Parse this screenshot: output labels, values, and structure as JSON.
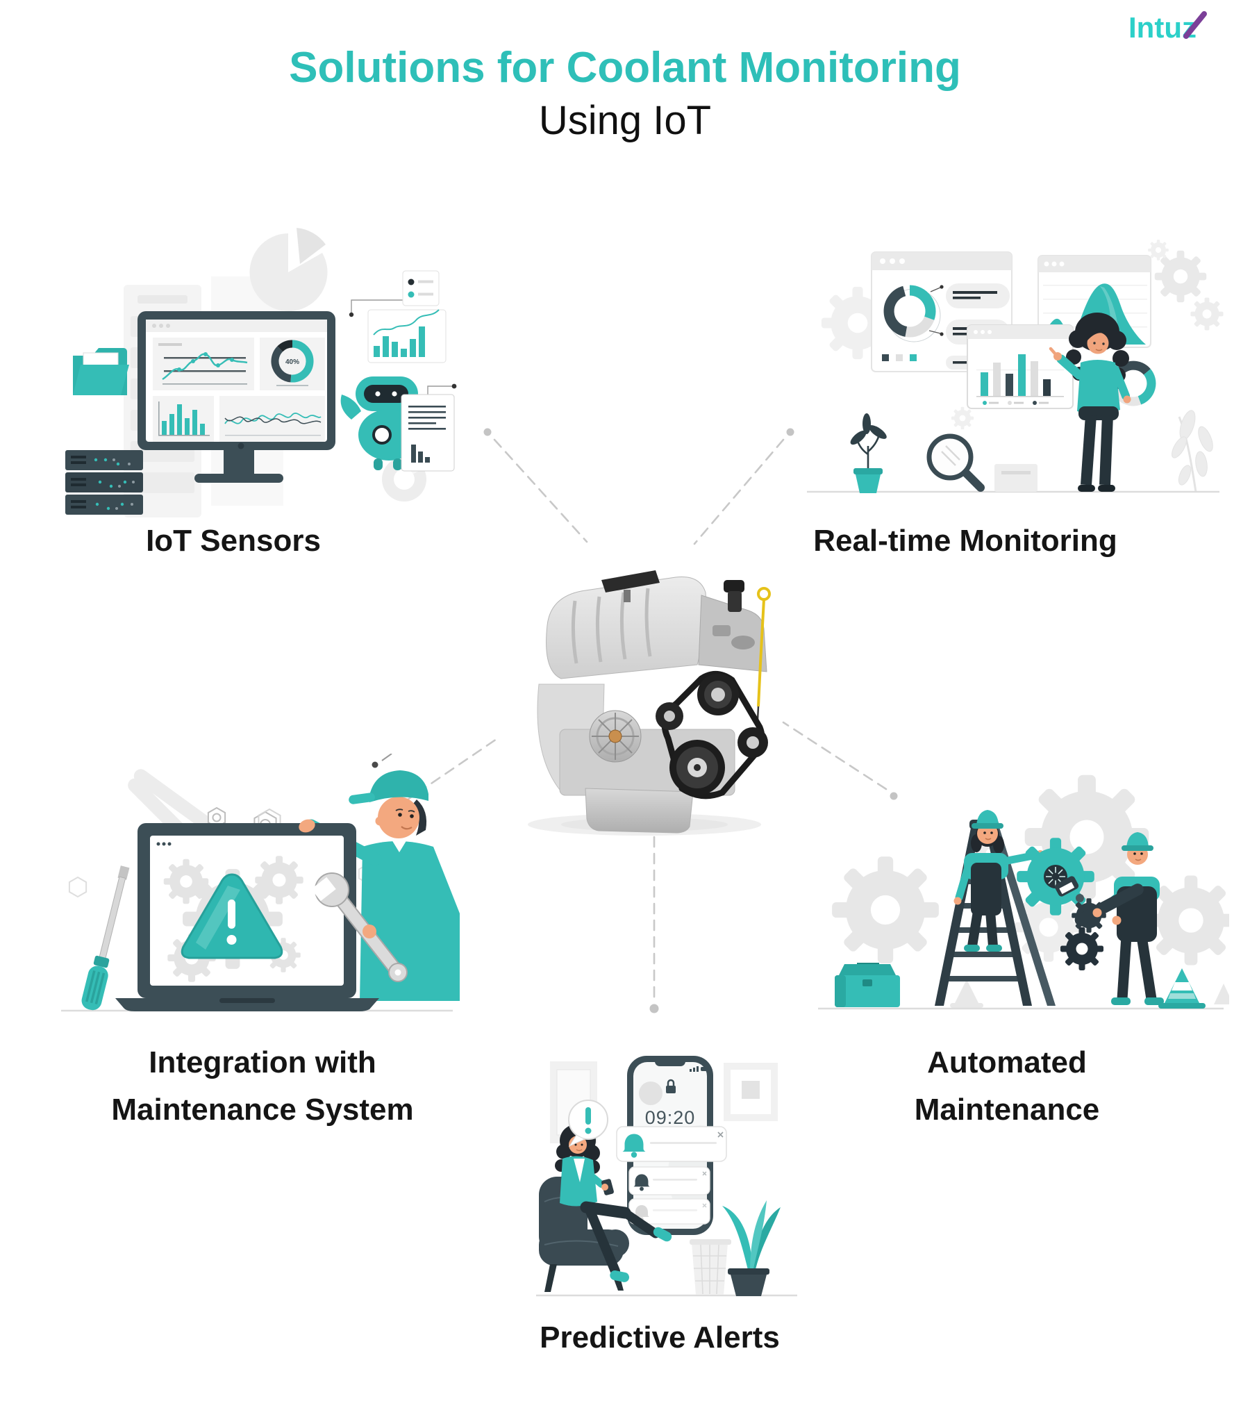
{
  "logo": {
    "text": "Intuz"
  },
  "header": {
    "title": "Solutions for Coolant Monitoring",
    "subtitle": "Using IoT"
  },
  "center": {
    "illustration": "car-engine"
  },
  "nodes": [
    {
      "id": "iot-sensors",
      "label": "IoT Sensors",
      "lines": [
        "IoT Sensors"
      ]
    },
    {
      "id": "real-time-monitoring",
      "label": "Real-time Monitoring",
      "lines": [
        "Real-time Monitoring"
      ]
    },
    {
      "id": "integration-with-maintenance-system",
      "label": "Integration with Maintenance System",
      "lines": [
        "Integration with",
        "Maintenance System"
      ]
    },
    {
      "id": "automated-maintenance",
      "label": "Automated Maintenance",
      "lines": [
        "Automated",
        "Maintenance"
      ]
    },
    {
      "id": "predictive-alerts",
      "label": "Predictive Alerts",
      "lines": [
        "Predictive Alerts"
      ]
    }
  ],
  "illustration_text": {
    "dashboard_donut_value": "40%",
    "phone_time": "09:20"
  },
  "colors": {
    "accent_teal": "#35bdb6",
    "accent_teal_dark": "#2aa8a2",
    "slate": "#3c4e56",
    "slate_dark": "#26333a",
    "title_teal": "#2ebfb8",
    "logo_teal": "#2cd0c9",
    "logo_purple": "#7b3f98",
    "connector_gray": "#c8c8c8",
    "label_text": "#151515"
  }
}
